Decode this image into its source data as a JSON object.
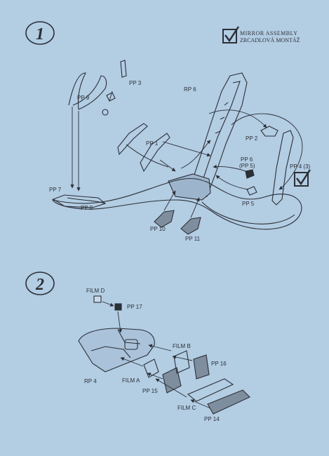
{
  "steps": [
    {
      "number": "1"
    },
    {
      "number": "2"
    }
  ],
  "legend": {
    "line1": "MIRROR ASSEMBLY",
    "line2": "ZRCADLOVÁ MONTÁŽ"
  },
  "step1_labels": {
    "pp3": "PP 3",
    "pp9": "PP 9",
    "rp6": "RP 6",
    "pp1": "PP 1",
    "pp2": "PP 2",
    "pp6": "PP 6",
    "pp6_alt": "(PP 5)",
    "pp4": "PP 4 (3)",
    "pp7": "PP 7",
    "pp8": "PP 8",
    "pp5": "PP 5",
    "pp10": "PP 10",
    "pp11": "PP 11"
  },
  "step2_labels": {
    "film_d": "FILM D",
    "pp17": "PP 17",
    "film_b": "FILM B",
    "pp16": "PP 16",
    "rp4": "RP 4",
    "film_a": "FILM A",
    "pp15": "PP 15",
    "film_c": "FILM C",
    "pp14": "PP 14"
  },
  "colors": {
    "background": "#b3cde3",
    "ink": "#2b2f36"
  }
}
